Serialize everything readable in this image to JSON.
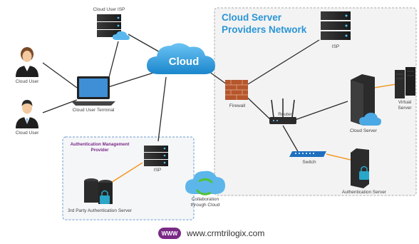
{
  "title": "Cloud Server Providers Network",
  "title_lines": [
    "Cloud Server",
    "Providers Network"
  ],
  "nodes": {
    "cloud_user_isp": "Cloud User ISP",
    "cloud_user_1": "Cloud User",
    "cloud_user_2": "Cloud User",
    "terminal": "Cloud User Terminal",
    "cloud": "Cloud",
    "isp_top": "ISP",
    "firewall": "Firewall",
    "router": "Router",
    "cloud_server": "Cloud Server",
    "virtual_server": [
      "Virtual",
      "Server"
    ],
    "switch": "Switch",
    "auth_server": "Authentication Server",
    "auth_provider_title": [
      "Authentication Management",
      "Provider"
    ],
    "isp_auth": "ISP",
    "third_party": "3rd Party Authentication Server",
    "collaboration": [
      "Collaboration",
      "through Cloud"
    ]
  },
  "footer": {
    "badge": "WWW",
    "url": "www.crmtrilogix.com"
  },
  "colors": {
    "black_link": "#2b2b2b",
    "orange_link": "#f39a2b",
    "blue_link": "#2a7fc9",
    "accent_purple": "#7a2a86",
    "title_blue": "#2a95d6"
  }
}
